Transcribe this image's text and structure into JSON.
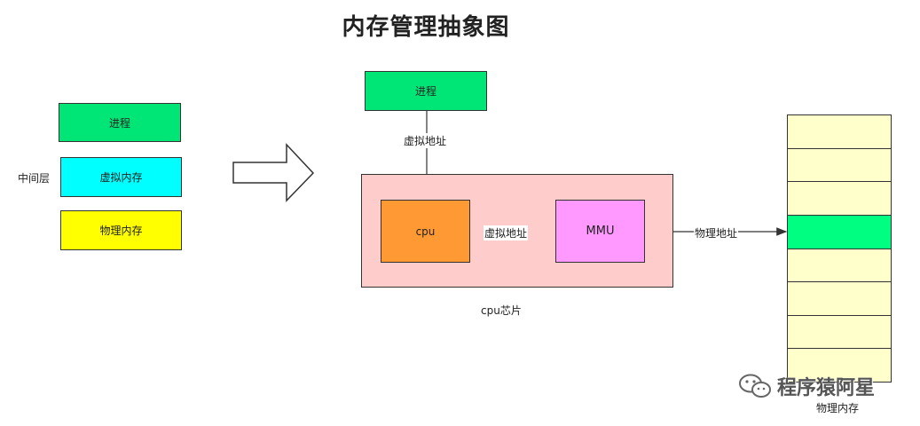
{
  "title": "内存管理抽象图",
  "legend": {
    "middle_layer_label": "中间层",
    "process": "进程",
    "virtual_memory": "虚拟内存",
    "physical_memory": "物理内存"
  },
  "diagram": {
    "process": "进程",
    "virtual_address_top": "虚拟地址",
    "cpu": "cpu",
    "virtual_address_mid": "虚拟地址",
    "mmu": "MMU",
    "physical_address": "物理地址",
    "cpu_chip": "cpu芯片"
  },
  "physical_memory": {
    "label": "物理内存",
    "cell_count": 8,
    "active_index": 3
  },
  "watermark": {
    "text": "程序猿阿星"
  },
  "colors": {
    "process_green": "#00e676",
    "virtual_cyan": "#00ffff",
    "physical_yellow": "#ffff00",
    "chip_pink": "#ffcccc",
    "cpu_orange": "#ff9933",
    "mmu_pink": "#ff99ff",
    "memory_cell": "#ffffcc",
    "memory_active": "#00ff80"
  }
}
